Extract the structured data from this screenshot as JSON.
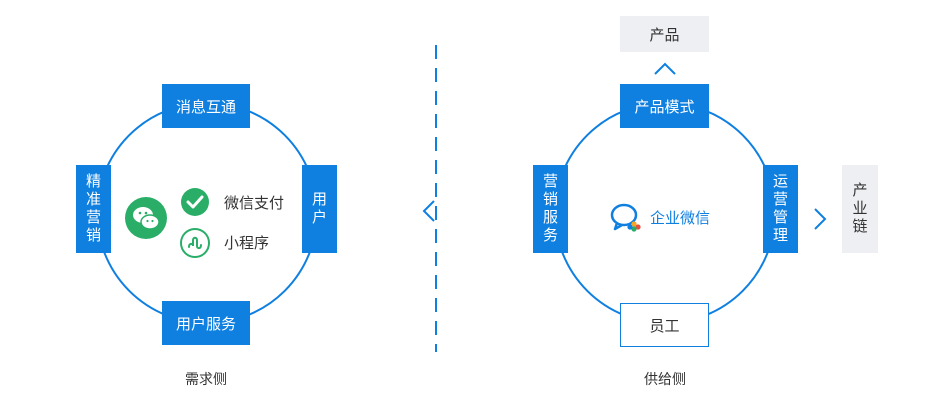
{
  "demand_side": {
    "top": "消息互通",
    "left": "精准营销",
    "right": "用户",
    "bottom": "用户服务",
    "payment": "微信支付",
    "mini_program": "小程序",
    "caption": "需求侧"
  },
  "supply_side": {
    "top": "产品模式",
    "left": "营销服务",
    "right": "运营管理",
    "bottom": "员工",
    "center": "企业微信",
    "upstream": "产品",
    "downstream": "产业链",
    "caption": "供给侧"
  },
  "colors": {
    "accent": "#0f7fe0",
    "wechat_green": "#2aae67",
    "gray_box": "#eeeff2"
  }
}
